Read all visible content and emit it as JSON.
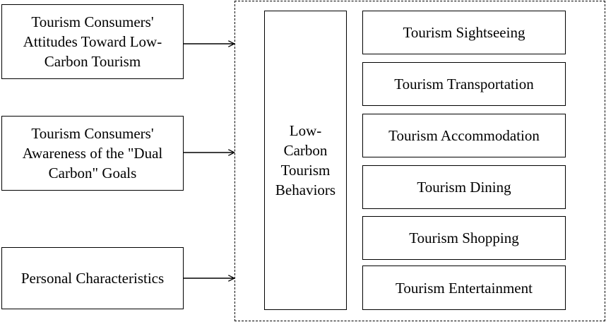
{
  "factors": [
    {
      "lines": [
        "Tourism Consumers'",
        "Attitudes Toward Low-",
        "Carbon Tourism"
      ]
    },
    {
      "lines": [
        "Tourism Consumers'",
        "Awareness of the \"Dual",
        "Carbon\" Goals"
      ]
    },
    {
      "lines": [
        "Personal Characteristics"
      ]
    }
  ],
  "center": {
    "lines": [
      "Low-",
      "Carbon",
      "Tourism",
      "Behaviors"
    ]
  },
  "behaviors": [
    "Tourism Sightseeing",
    "Tourism Transportation",
    "Tourism Accommodation",
    "Tourism Dining",
    "Tourism Shopping",
    "Tourism Entertainment"
  ]
}
